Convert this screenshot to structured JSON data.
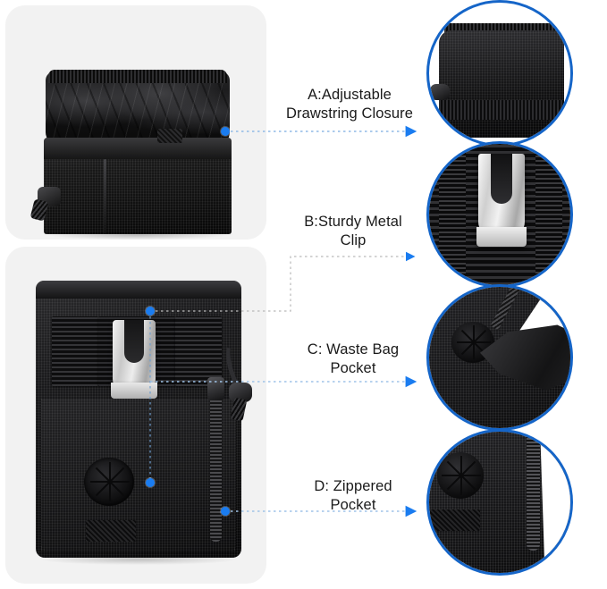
{
  "page": {
    "background": "#ffffff",
    "accent_blue": "#1565c8",
    "marker_blue": "#1a7cf0",
    "panel_bg": "#f2f2f2",
    "product": "dog treat pouch"
  },
  "panels": [
    {
      "name": "top-product-photo",
      "caption": "Treat pouch with drawstring closure open, front view"
    },
    {
      "name": "bottom-product-photo",
      "caption": "Pouch back view with metal belt clip, MOLLE webbing, zipper and waste bag grommet"
    }
  ],
  "callouts": [
    {
      "key": "A",
      "label": "A:Adjustable\nDrawstring Closure",
      "line1": "A:Adjustable",
      "line2": "Drawstring Closure",
      "detail_caption": "Close-up of cinched drawstring top opening"
    },
    {
      "key": "B",
      "label": "B:Sturdy Metal\nClip",
      "line1": "B:Sturdy Metal",
      "line2": "Clip",
      "detail_caption": "Close-up of stainless steel belt clip on webbing"
    },
    {
      "key": "C",
      "label": "C: Waste Bag\nPocket",
      "line1": "C: Waste Bag",
      "line2": "Pocket",
      "detail_caption": "Close-up of waste bag pulled through dispenser grommet"
    },
    {
      "key": "D",
      "label": "D: Zippered\nPocket",
      "line1": "D: Zippered",
      "line2": "Pocket",
      "detail_caption": "Close-up of zippered side pocket and grommet"
    }
  ]
}
